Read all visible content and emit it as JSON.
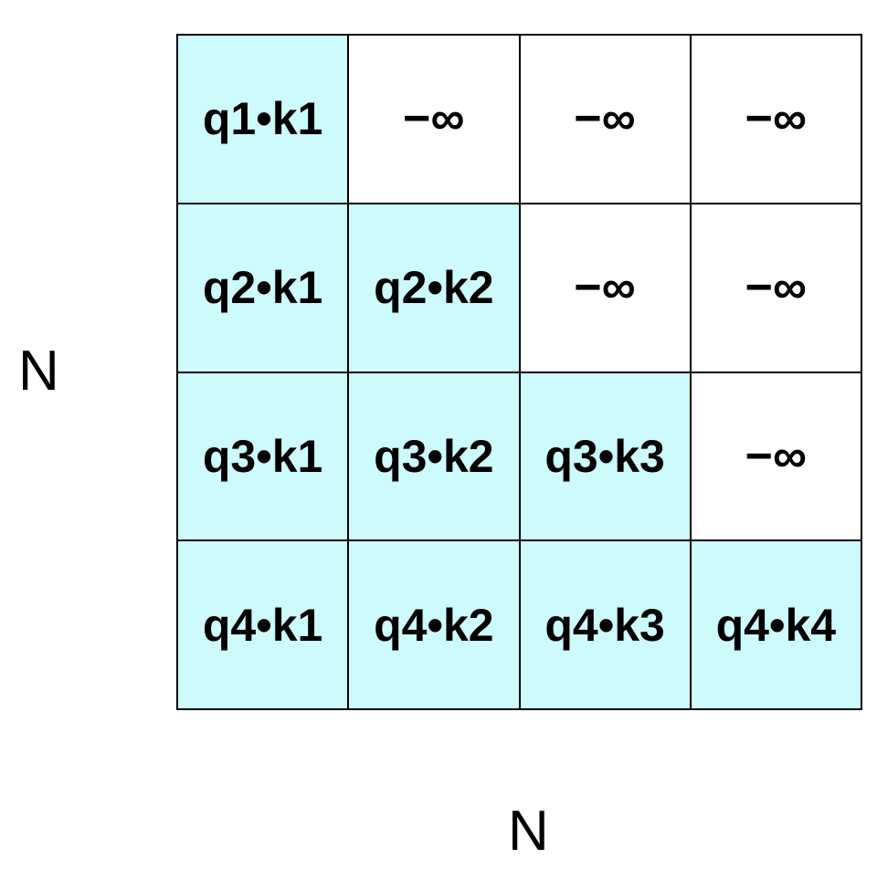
{
  "labels": {
    "rows": "N",
    "cols": "N"
  },
  "colors": {
    "visible": "#cdfafb",
    "masked": "#ffffff"
  },
  "matrix": [
    [
      "q1•k1",
      "−∞",
      "−∞",
      "−∞"
    ],
    [
      "q2•k1",
      "q2•k2",
      "−∞",
      "−∞"
    ],
    [
      "q3•k1",
      "q3•k2",
      "q3•k3",
      "−∞"
    ],
    [
      "q4•k1",
      "q4•k2",
      "q4•k3",
      "q4•k4"
    ]
  ]
}
